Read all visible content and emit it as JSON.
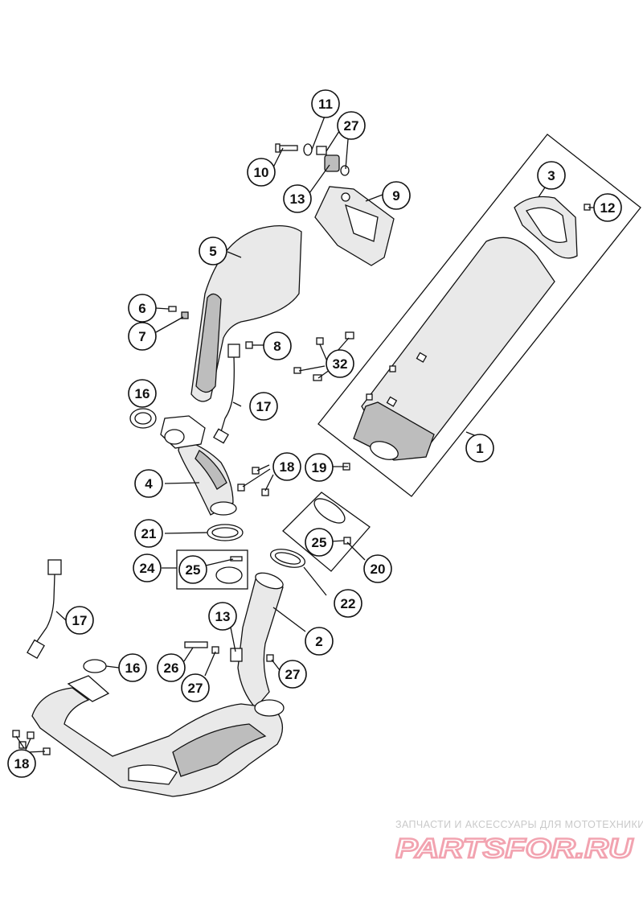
{
  "callouts": [
    {
      "label": "1"
    },
    {
      "label": "2"
    },
    {
      "label": "3"
    },
    {
      "label": "4"
    },
    {
      "label": "5"
    },
    {
      "label": "6"
    },
    {
      "label": "7"
    },
    {
      "label": "8"
    },
    {
      "label": "9"
    },
    {
      "label": "10"
    },
    {
      "label": "11"
    },
    {
      "label": "12"
    },
    {
      "label": "13"
    },
    {
      "label": "13"
    },
    {
      "label": "16"
    },
    {
      "label": "16"
    },
    {
      "label": "17"
    },
    {
      "label": "17"
    },
    {
      "label": "18"
    },
    {
      "label": "18"
    },
    {
      "label": "19"
    },
    {
      "label": "20"
    },
    {
      "label": "21"
    },
    {
      "label": "22"
    },
    {
      "label": "24"
    },
    {
      "label": "25"
    },
    {
      "label": "25"
    },
    {
      "label": "26"
    },
    {
      "label": "27"
    },
    {
      "label": "27"
    },
    {
      "label": "27"
    },
    {
      "label": "32"
    }
  ],
  "watermark": {
    "tagline": "ЗАПЧАСТИ И АКСЕССУАРЫ ДЛЯ МОТОТЕХНИКИ",
    "logo": "PARTSFOR.RU"
  },
  "colors": {
    "line": "#111111",
    "watermark_pink": "#f2a3b0",
    "watermark_gray": "#c9c9c9"
  }
}
